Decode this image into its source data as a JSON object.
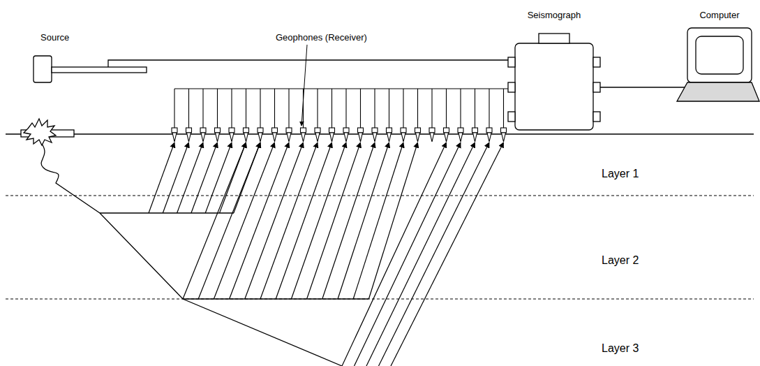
{
  "diagram": {
    "labels": [
      "Source",
      "Geophones (Receiver)",
      "Seismograph",
      "Computer",
      "Layer 1",
      "Layer 2",
      "Layer 3"
    ]
  }
}
